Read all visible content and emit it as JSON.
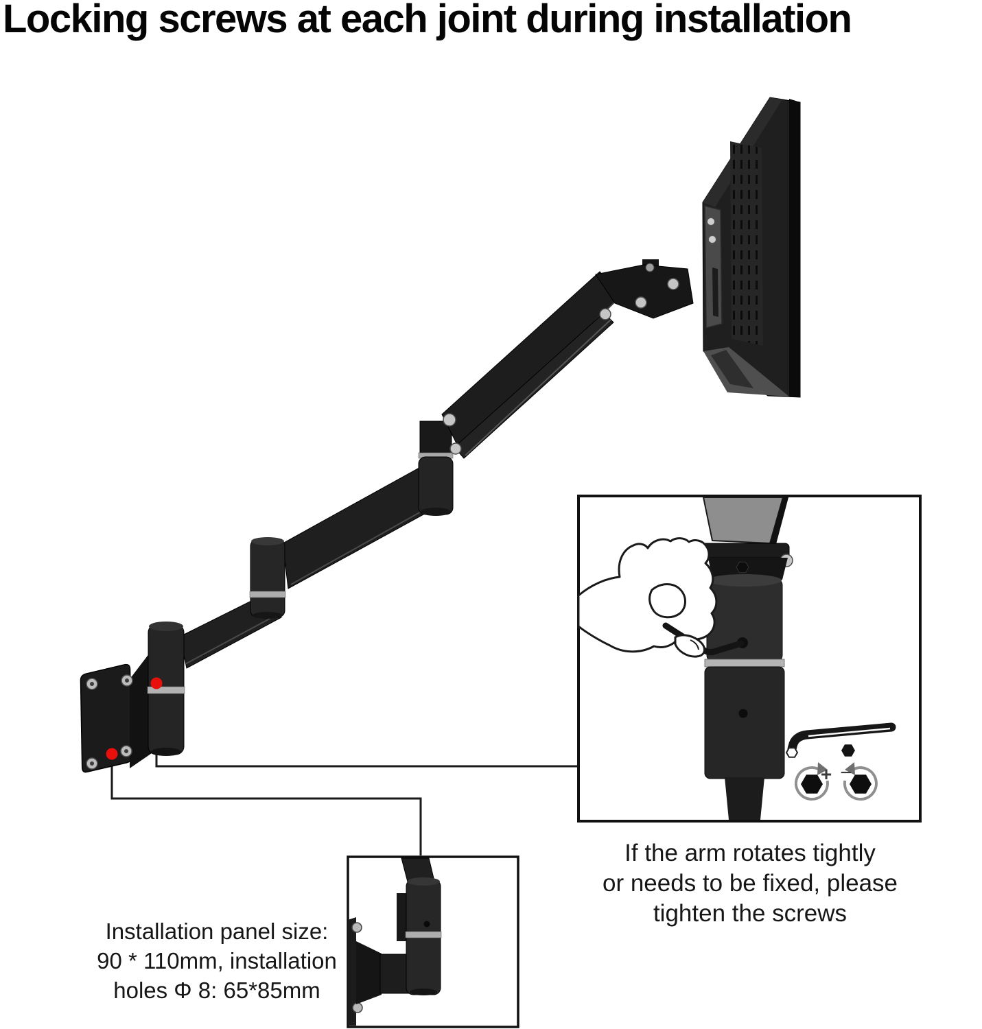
{
  "title": "Locking screws at each joint during installation",
  "callouts": {
    "panel_note": "Installation panel size:\n90 * 110mm, installation\nholes Φ 8: 65*85mm",
    "tighten_note": "If the arm rotates tightly\nor needs to be fixed, please\ntighten the screws"
  },
  "symbols": {
    "plus": "+",
    "minus": "−"
  },
  "colors": {
    "accent_red": "#e8100d",
    "metal_silver": "#b5b5b5",
    "arm_black": "#1f1f1f",
    "line_black": "#1a1a1a",
    "box_border": "#111111",
    "background": "#ffffff"
  },
  "icons": {
    "red_dot_markers": "locking-screw-position-marker",
    "rotate_plus": "tighten-clockwise",
    "rotate_minus": "loosen-counterclockwise",
    "hand": "hand-with-hex-key",
    "wrench": "allen-wrench"
  }
}
